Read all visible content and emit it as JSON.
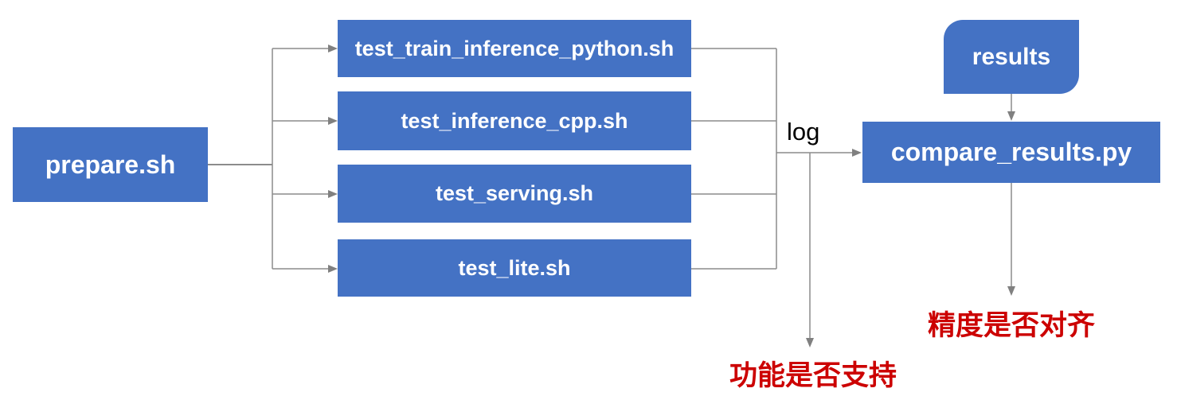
{
  "nodes": {
    "prepare": {
      "label": "prepare.sh"
    },
    "test_scripts": [
      {
        "label": "test_train_inference_python.sh"
      },
      {
        "label": "test_inference_cpp.sh"
      },
      {
        "label": "test_serving.sh"
      },
      {
        "label": "test_lite.sh"
      }
    ],
    "results": {
      "label": "results"
    },
    "compare": {
      "label": "compare_results.py"
    }
  },
  "edge_labels": {
    "log": "log"
  },
  "annotations": {
    "function_support": "功能是否支持",
    "precision_alignment": "精度是否对齐"
  },
  "colors": {
    "node_fill": "#4472C4",
    "node_text": "#FFFFFF",
    "connector": "#8C8C8C",
    "arrowhead": "#808080",
    "edge_label_text": "#000000",
    "annotation_text": "#CC0000",
    "background": "#FFFFFF"
  }
}
